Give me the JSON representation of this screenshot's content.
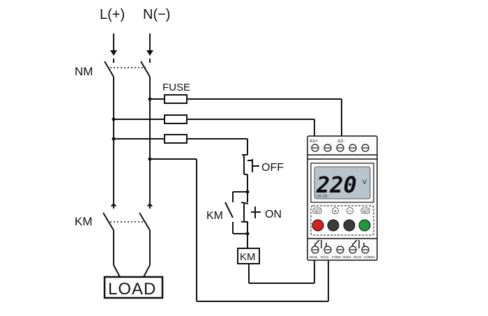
{
  "terminals": {
    "line": "L(+)",
    "neutral": "N(−)"
  },
  "breaker_label": "NM",
  "fuse_label": "FUSE",
  "contactor_label": "KM",
  "load_label": "LOAD",
  "off_label": "OFF",
  "on_label": "ON",
  "coil_km_label": "KM",
  "switch_km_label": "KM",
  "relay": {
    "display_value": "220",
    "display_unit": "V",
    "display_sub": "Un Ut",
    "top_terminal_a1": "A1+",
    "top_terminal_a2": "A2-",
    "button_labels": [
      "SET",
      "+",
      "−",
      "SET"
    ],
    "button_colors": [
      "#d42020",
      "#3a3a3a",
      "#3a3a3a",
      "#1f9a3a"
    ],
    "bottom_terminal_labels": [
      "NO11",
      "NC11",
      "COM1",
      "NO21",
      "NC21",
      "COM21"
    ]
  }
}
